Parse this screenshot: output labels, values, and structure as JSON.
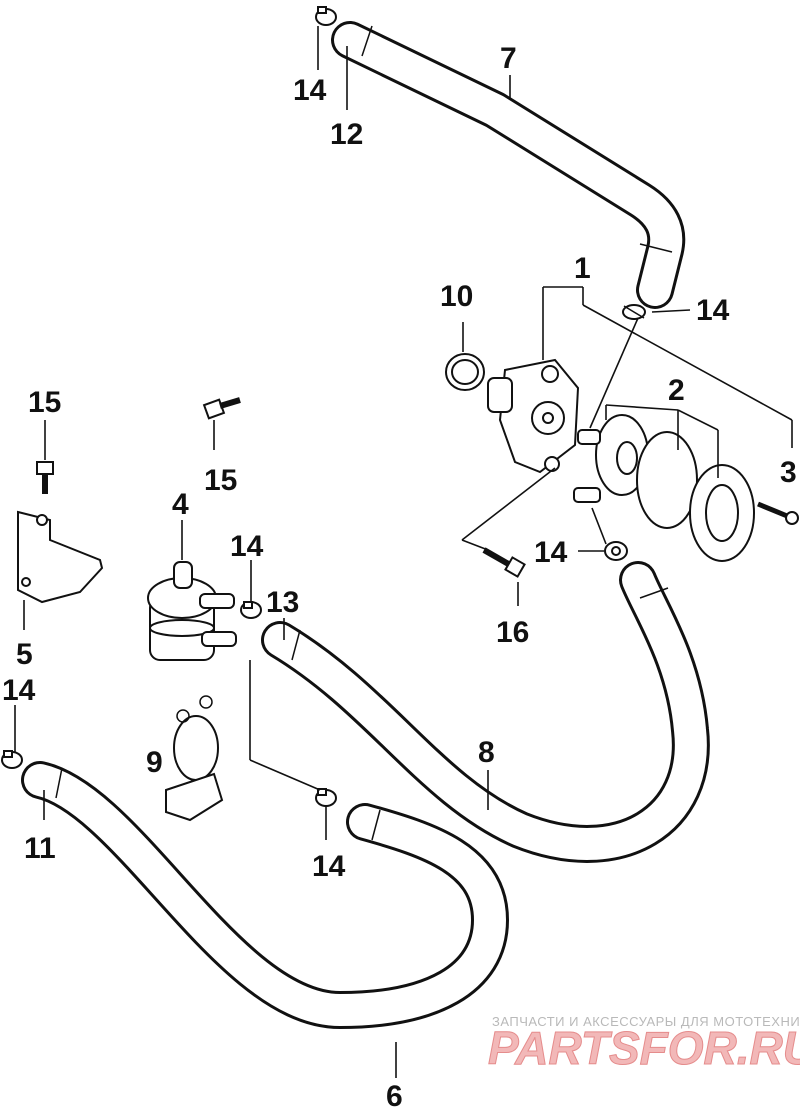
{
  "callouts": {
    "c1": "1",
    "c2": "2",
    "c3": "3",
    "c4": "4",
    "c5": "5",
    "c6": "6",
    "c7": "7",
    "c8": "8",
    "c9": "9",
    "c10": "10",
    "c11": "11",
    "c12": "12",
    "c13": "13",
    "c14_top": "14",
    "c14_pump_top": "14",
    "c14_pump_bottom": "14",
    "c14_filter": "14",
    "c14_left": "14",
    "c14_bottom": "14",
    "c15_left": "15",
    "c15_mid": "15",
    "c16": "16"
  },
  "watermark": {
    "tagline": "ЗАПЧАСТИ И АКСЕССУАРЫ ДЛЯ МОТОТЕХНИКИ",
    "logo": "PARTSFOR.RU"
  }
}
